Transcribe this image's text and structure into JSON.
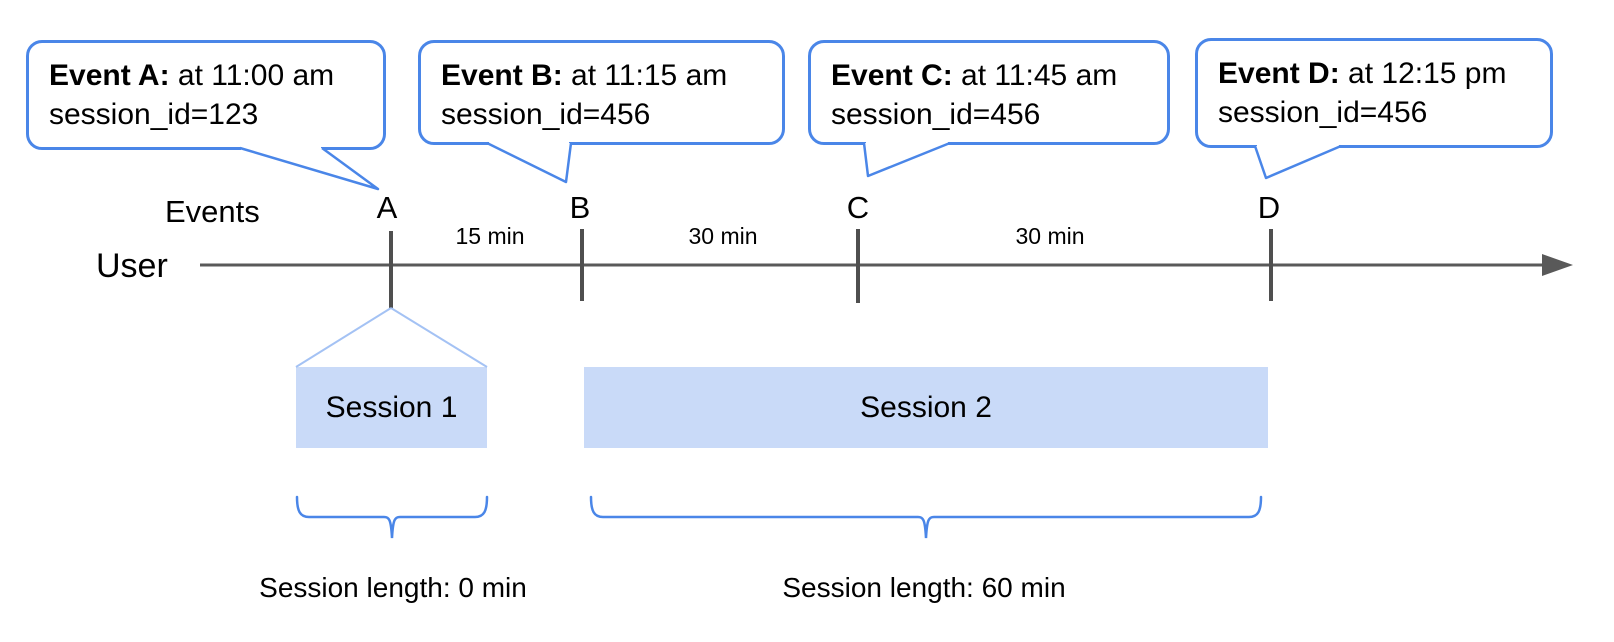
{
  "colors": {
    "accent_blue": "#4a86e8",
    "funnel_blue": "#a4c2f4",
    "session_fill": "#c9daf8",
    "timeline_gray": "#595959"
  },
  "axis": {
    "events_label": "Events",
    "user_label": "User"
  },
  "events": [
    {
      "letter": "A",
      "callout_title": "Event A:",
      "callout_time": "at 11:00 am",
      "callout_session": "session_id=123"
    },
    {
      "letter": "B",
      "callout_title": "Event B:",
      "callout_time": "at 11:15 am",
      "callout_session": "session_id=456"
    },
    {
      "letter": "C",
      "callout_title": "Event C:",
      "callout_time": "at 11:45 am",
      "callout_session": "session_id=456"
    },
    {
      "letter": "D",
      "callout_title": "Event D:",
      "callout_time": "at 12:15 pm",
      "callout_session": "session_id=456"
    }
  ],
  "intervals": [
    {
      "label": "15 min"
    },
    {
      "label": "30 min"
    },
    {
      "label": "30 min"
    }
  ],
  "sessions": [
    {
      "label": "Session 1",
      "length_label": "Session length: 0 min"
    },
    {
      "label": "Session 2",
      "length_label": "Session length: 60 min"
    }
  ]
}
